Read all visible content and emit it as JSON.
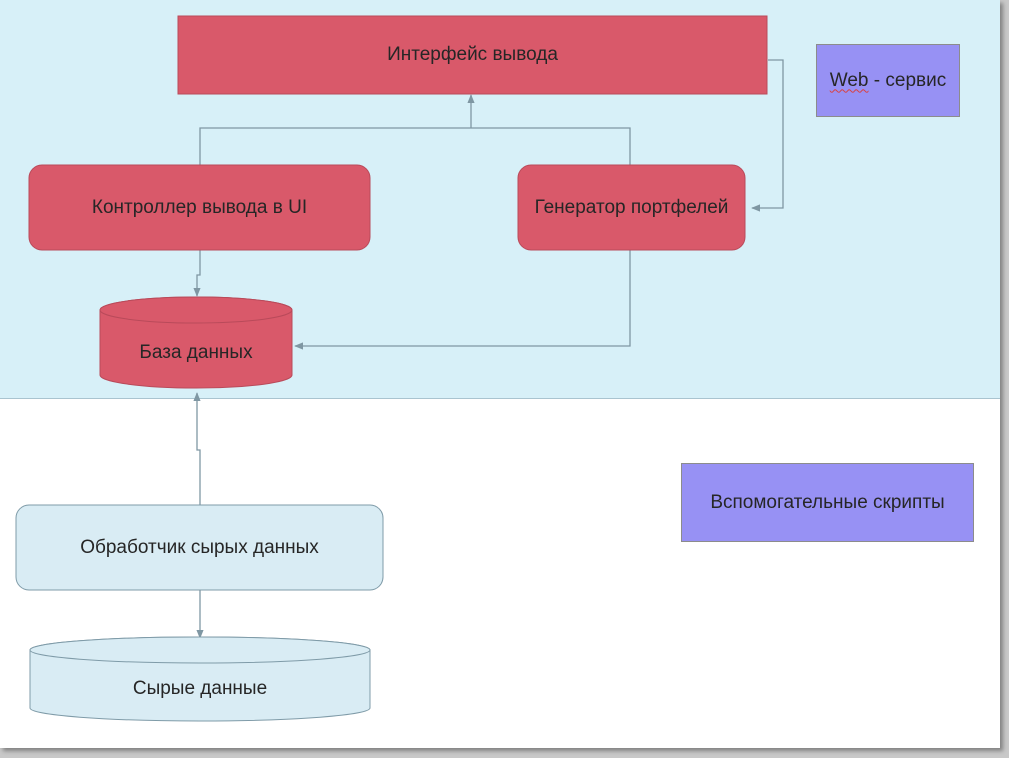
{
  "colors": {
    "web_zone_bg": "#d7f0f8",
    "component_red": "#d9596a",
    "component_red_border": "#b94a5a",
    "data_layer_blue": "#d9ecf4",
    "data_layer_border": "#7f9ba8",
    "legend_purple": "#9791f4",
    "connector": "#7f97a3"
  },
  "nodes": {
    "output_interface": "Интерфейс вывода",
    "ui_controller": "Контроллер вывода в UI",
    "portfolio_generator": "Генератор портфелей",
    "database": "База данных",
    "raw_data_handler": "Обработчик сырых данных",
    "raw_data": "Сырые данные"
  },
  "legend": {
    "web_service": {
      "word": "Web",
      "rest": " - сервис"
    },
    "helper_scripts": "Вспомогательные скрипты"
  }
}
